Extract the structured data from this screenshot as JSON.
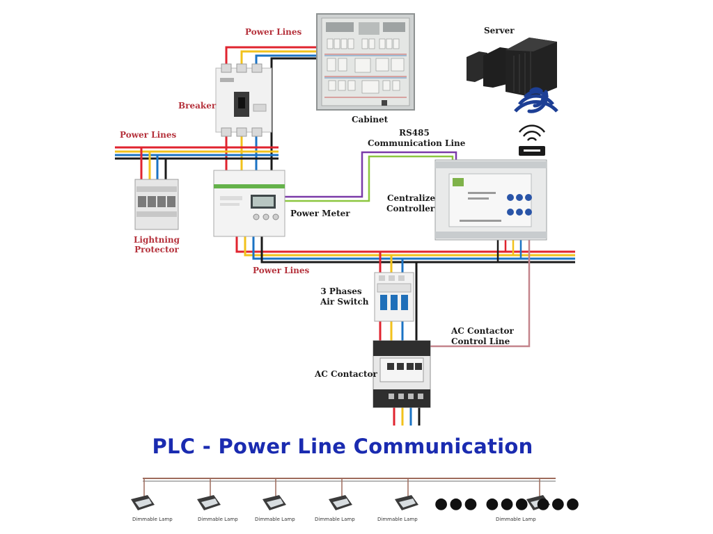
{
  "labels": {
    "power_lines_top": "Power Lines",
    "cabinet": "Cabinet",
    "server": "Server",
    "breaker": "Breaker",
    "power_lines_left": "Power Lines",
    "rs485_1": "RS485",
    "rs485_2": "Communication Line",
    "centralize_1": "Centralize",
    "centralize_2": "Controller",
    "power_meter": "Power Meter",
    "lightning_1": "Lightning",
    "lightning_2": "Protector",
    "power_lines_bottom": "Power Lines",
    "air_switch_1": "3 Phases",
    "air_switch_2": "Air Switch",
    "contactor_line_1": "AC Contactor",
    "contactor_line_2": "Control Line",
    "ac_contactor": "AC Contactor"
  },
  "title": "PLC - Power Line Communication",
  "lamps": [
    {
      "label": "Dimmable Lamp"
    },
    {
      "label": "Dimmable Lamp"
    },
    {
      "label": "Dimmable Lamp"
    },
    {
      "label": "Dimmable Lamp"
    },
    {
      "label": "Dimmable Lamp"
    },
    {
      "label": "Dimmable Lamp"
    }
  ],
  "dots": "●●●  ●●●  ●●●",
  "colors": {
    "phase_red": "#e0242f",
    "phase_yellow": "#f2c21b",
    "phase_blue": "#1b73c4",
    "neutral_black": "#1a1a1a",
    "rs485_purple": "#7a3aa8",
    "rs485_green": "#8cc63f",
    "control_line": "#c4848c",
    "title_blue": "#1a2bb0",
    "label_red": "#b5323c"
  }
}
